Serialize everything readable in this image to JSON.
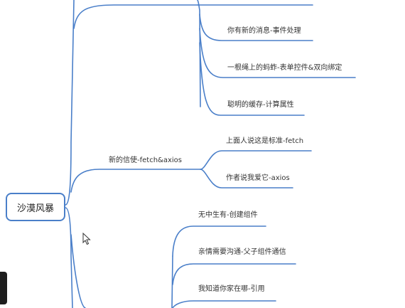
{
  "root_label": "沙漠风暴",
  "branch_fetch": "新的信使-fetch&axios",
  "top_children": [
    "你有新的消息-事件处理",
    "一根绳上的蚂蚱-表单控件&双向绑定",
    "聪明的缓存-计算属性"
  ],
  "fetch_children": [
    "上面人说这是标准-fetch",
    "作者说我爱它-axios"
  ],
  "bottom_children": [
    "无中生有-创建组件",
    "亲情需要沟通-父子组件通信",
    "我知道你家在哪-引用"
  ],
  "colors": {
    "branch_line": "#4a7fc9",
    "root_border": "#4a7fc9",
    "text": "#333333"
  }
}
